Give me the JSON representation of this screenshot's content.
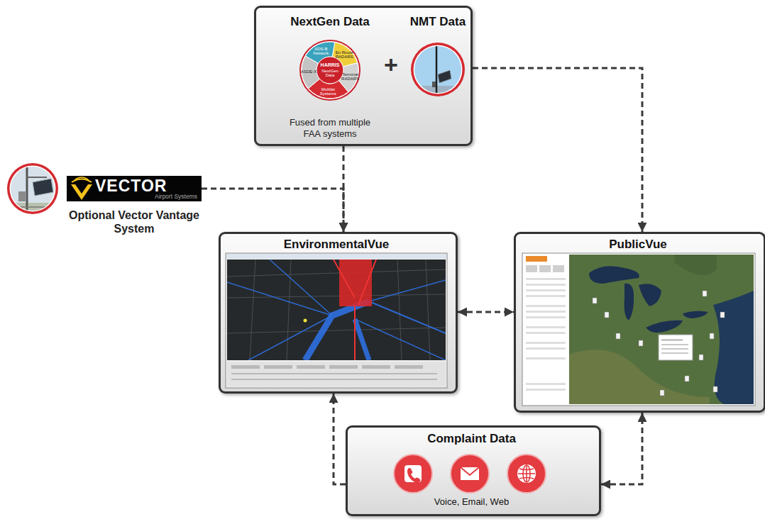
{
  "diagram": {
    "nodes": [
      {
        "text": [
          "+"
        ]
      },
      {
        "text": [
          "NextGen Data",
          "ADS-B Network",
          "En Route RADARS",
          "Terminal RADARS",
          "Multilat Systems",
          "ASDE-X",
          "HARRIS",
          "NextGen Data",
          "Fused from multiple FAA systems"
        ],
        "in": 0
      },
      {
        "text": [
          "NMT Data"
        ],
        "in": 0
      },
      {
        "text": [
          "VECTOR",
          "Airport Systems",
          "Optional Vector Vantage System"
        ]
      },
      {
        "text": [
          "EnvironmentalVue"
        ]
      },
      {
        "text": [
          "PublicVue"
        ]
      },
      {
        "text": [
          "Complaint Data",
          "Voice, Email, Web"
        ]
      }
    ],
    "edges": [
      {
        "from": 0,
        "to": 4,
        "arrow": "to"
      },
      {
        "from": 3,
        "to": 4,
        "arrow": "to"
      },
      {
        "from": 0,
        "to": 5,
        "arrow": "to"
      },
      {
        "from": 4,
        "to": 5,
        "arrow": "both"
      },
      {
        "from": 6,
        "to": 4,
        "arrow": "to"
      },
      {
        "from": 6,
        "to": 5,
        "arrow": "both"
      }
    ]
  }
}
